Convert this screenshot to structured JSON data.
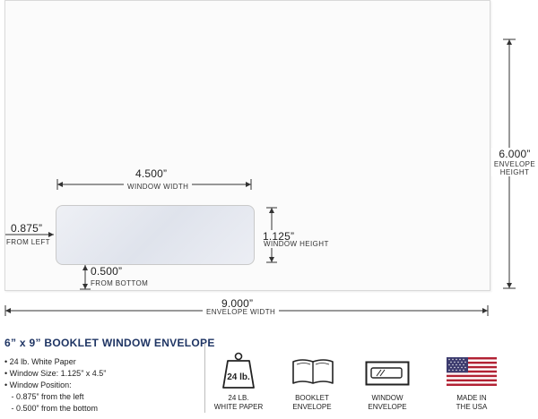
{
  "dimensions": {
    "window_width": {
      "value": "4.500”",
      "label": "WINDOW WIDTH"
    },
    "from_left": {
      "value": "0.875”",
      "label": "FROM LEFT"
    },
    "window_height": {
      "value": "1.125”",
      "label": "WINDOW HEIGHT"
    },
    "from_bottom": {
      "value": "0.500”",
      "label": "FROM BOTTOM"
    },
    "envelope_width": {
      "value": "9.000”",
      "label": "ENVELOPE WIDTH"
    },
    "envelope_height": {
      "value": "6.000”",
      "label1": "ENVELOPE",
      "label2": "HEIGHT"
    }
  },
  "product": {
    "title": "6” x 9” BOOKLET WINDOW ENVELOPE",
    "specs": [
      "• 24 lb. White Paper",
      "• Window Size: 1.125” x 4.5”",
      "• Window Position:",
      "   - 0.875” from the left",
      "   - 0.500” from the bottom"
    ]
  },
  "features": [
    {
      "icon": "weight-icon",
      "icon_text": "24 lb.",
      "line1": "24 LB.",
      "line2": "WHITE PAPER"
    },
    {
      "icon": "open-envelope-icon",
      "line1": "BOOKLET",
      "line2": "ENVELOPE"
    },
    {
      "icon": "window-envelope-icon",
      "line1": "WINDOW",
      "line2": "ENVELOPE"
    },
    {
      "icon": "us-flag-icon",
      "line1": "MADE IN",
      "line2": "THE USA"
    }
  ],
  "colors": {
    "title": "#1f3564",
    "flag_red": "#b22234",
    "flag_blue": "#3c3b6e"
  }
}
